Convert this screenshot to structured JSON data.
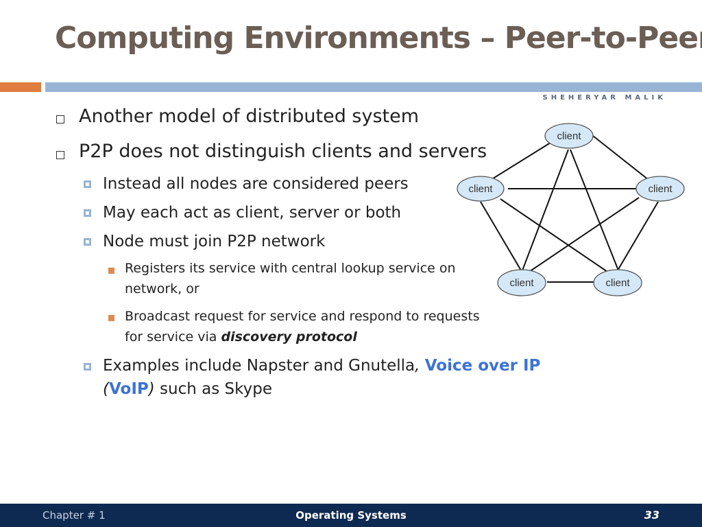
{
  "slide": {
    "title": "Computing Environments – Peer-to-Peer",
    "author": "SHEHERYAR MALIK"
  },
  "bullets": {
    "b1": "Another model of distributed system",
    "b2": "P2P does not distinguish clients and servers",
    "b2_1": "Instead all nodes are considered peers",
    "b2_2": "May each act as client, server or both",
    "b2_3": "Node must join P2P network",
    "b2_3_1_line1": "Registers its service with central lookup service on",
    "b2_3_1_line2": "network, or",
    "b2_3_2_line1": "Broadcast request for service and respond to requests",
    "b2_3_2_line2_prefix": "for service via ",
    "b2_3_2_line2_em": "discovery protocol",
    "b2_4_text": "Examples include Napster and Gnutella",
    "b2_4_comma": ", ",
    "b2_4_voip": "Voice over IP",
    "b2_4_open": "(",
    "b2_4_abbr": "VoIP",
    "b2_4_close": ")",
    "b2_4_tail": " such as Skype"
  },
  "diagram": {
    "nodes": [
      {
        "id": "top",
        "label": "client"
      },
      {
        "id": "left",
        "label": "client"
      },
      {
        "id": "right",
        "label": "client"
      },
      {
        "id": "bottom-left",
        "label": "client"
      },
      {
        "id": "bottom-right",
        "label": "client"
      }
    ],
    "node_fill": "#d5e8f7",
    "edge_color": "#111111"
  },
  "footer": {
    "chapter": "Chapter # 1",
    "course": "Operating Systems",
    "page": "33"
  }
}
